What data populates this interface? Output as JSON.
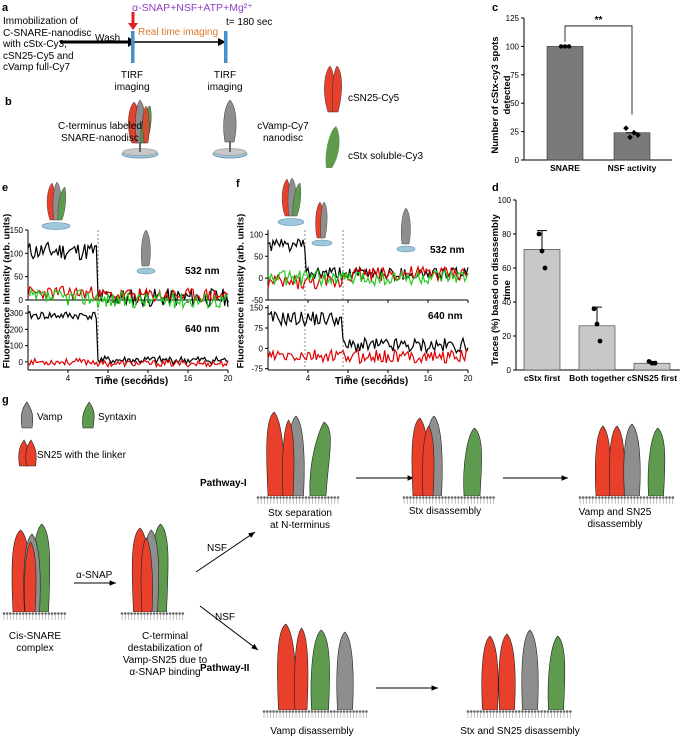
{
  "panel_labels": {
    "a": "a",
    "b": "b",
    "c": "c",
    "d": "d",
    "e": "e",
    "f": "f",
    "g": "g"
  },
  "panel_a": {
    "immobilization": [
      "Immobilization of",
      "C-SNARE-nanodisc",
      "with cStx-Cy3,",
      "cSN25-Cy5 and",
      "cVamp full-Cy7"
    ],
    "wash": "Wash",
    "reagents": "α-SNAP+NSF+ATP+Mg²⁺",
    "t_end": "t= 180 sec",
    "realtime": "Real time imaging",
    "tirf": "TIRF imaging"
  },
  "panel_b": {
    "snare_label": [
      "C-terminus labeled",
      "SNARE-nanodisc"
    ],
    "vamp_label": [
      "cVamp-Cy7",
      "nanodisc"
    ],
    "legend_sn25": "cSN25-Cy5",
    "legend_stx": "cStx soluble-Cy3"
  },
  "panel_e": {
    "ylabel": "Fluorescence intensity (arb. units)",
    "xlabel": "Time (seconds)",
    "label_532": "532 nm",
    "label_640": "640 nm"
  },
  "panel_f": {
    "ylabel": "Fluorescence intensity (arb. units)",
    "xlabel": "Time (seconds)",
    "label_532": "532 nm",
    "label_640": "640 nm"
  },
  "panel_g": {
    "legend_vamp": "Vamp",
    "legend_syntaxin": "Syntaxin",
    "legend_sn25": "SN25 with the linker",
    "pathway1": "Pathway-I",
    "pathway2": "Pathway-II",
    "cis": [
      "Cis-SNARE",
      "complex"
    ],
    "asnap": "α-SNAP",
    "cterm": [
      "C-terminal",
      "destabilization of",
      "Vamp-SN25 due to",
      "α-SNAP binding"
    ],
    "nsf": "NSF",
    "stx_sep": [
      "Stx separation",
      "at N-terminus"
    ],
    "stx_dis": "Stx disassembly",
    "vamp_sn25": [
      "Vamp and SN25",
      "disassembly"
    ],
    "vamp_dis": "Vamp disassembly",
    "stx_sn25": "Stx and SN25 disassembly"
  },
  "colors": {
    "red": "#e8402b",
    "green": "#5f9b4f",
    "gray": "#8e8e8e",
    "nanodisc": "#9fc8dc",
    "bar_c": "#7a7a7a",
    "bar_d": "#c8c8c8",
    "trace_black": "#000000",
    "trace_red": "#e00000",
    "trace_green": "#22cc22",
    "arrow_red": "#e02020",
    "timeline_blue": "#4a90c8",
    "purple": "#8e3fbf",
    "orange": "#e0792a"
  },
  "chart_data": [
    {
      "id": "c",
      "type": "bar",
      "categories": [
        "SNARE",
        "NSF activity"
      ],
      "values": [
        100,
        24
      ],
      "points": [
        [
          100,
          100,
          100
        ],
        [
          28,
          20,
          24,
          22
        ]
      ],
      "ylabel": "Number of cStx-cy3 spots detected",
      "ylim": [
        0,
        125
      ],
      "yticks": [
        0,
        25,
        50,
        75,
        100,
        125
      ],
      "significance": "**"
    },
    {
      "id": "d",
      "type": "bar",
      "categories": [
        "cStx first",
        "Both together",
        "cSNS25 first"
      ],
      "values": [
        71,
        26,
        4
      ],
      "errors": [
        11,
        11,
        1
      ],
      "points": [
        [
          80,
          70,
          60
        ],
        [
          36,
          27,
          17
        ],
        [
          5,
          4,
          4
        ]
      ],
      "ylabel": "Traces (%) based on disassembly time",
      "ylim": [
        0,
        100
      ],
      "yticks": [
        0,
        20,
        40,
        60,
        80,
        100
      ]
    },
    {
      "id": "e",
      "type": "line",
      "xlim": [
        0,
        20
      ],
      "xticks": [
        4,
        8,
        12,
        16,
        20
      ],
      "top": {
        "ylim": [
          0,
          150
        ],
        "yticks": [
          0,
          50,
          100,
          150
        ]
      },
      "bottom": {
        "ylim": [
          -50,
          350
        ],
        "yticks": [
          0,
          100,
          200,
          300
        ]
      }
    },
    {
      "id": "f",
      "type": "line",
      "xlim": [
        0,
        20
      ],
      "xticks": [
        4,
        8,
        12,
        16,
        20
      ],
      "top": {
        "ylim": [
          -50,
          110
        ],
        "yticks": [
          -50,
          0,
          50,
          100
        ]
      },
      "bottom": {
        "ylim": [
          -80,
          160
        ],
        "yticks": [
          -75,
          0,
          75,
          150
        ]
      }
    }
  ]
}
